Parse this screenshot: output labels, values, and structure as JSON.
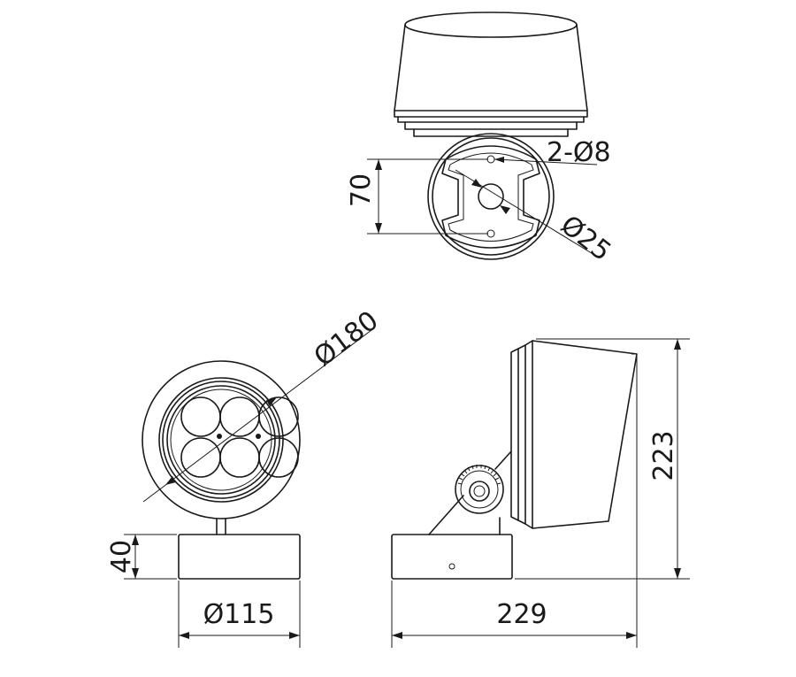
{
  "drawing": {
    "labels": {
      "holes": "2-Ø8",
      "center_hole": "Ø25",
      "mount_spacing": "70",
      "head_diameter": "Ø180",
      "base_height": "40",
      "base_diameter": "Ø115",
      "depth": "229",
      "height": "223"
    },
    "line_color": "#1a1a1a",
    "background": "#ffffff"
  }
}
